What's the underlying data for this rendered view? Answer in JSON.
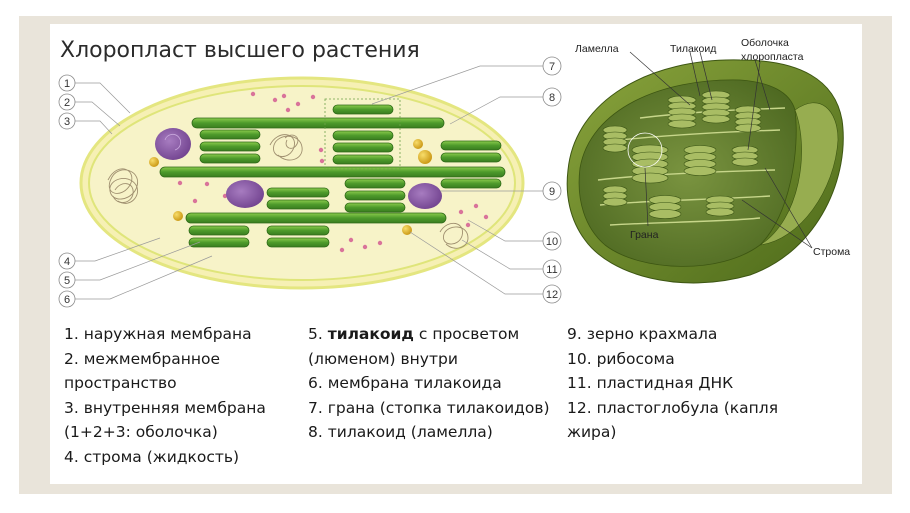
{
  "title": "Хлоропласт высшего растения",
  "markers_left": [
    "1",
    "2",
    "3",
    "4",
    "5",
    "6"
  ],
  "markers_right": [
    "7",
    "8",
    "9",
    "10",
    "11",
    "12"
  ],
  "right_labels": {
    "lamella": "Ламелла",
    "thylakoid": "Тилакоид",
    "envelope_line1": "Оболочка",
    "envelope_line2": "хлоропласта",
    "grana": "Грана",
    "stroma": "Строма"
  },
  "legend": {
    "col1": [
      {
        "text": "1. наружная мембрана"
      },
      {
        "text": "2. межмембранное пространство"
      },
      {
        "text": "3. внутренняя мембрана (1+2+3: оболочка)"
      },
      {
        "text": "4. строма (жидкость)"
      }
    ],
    "col2": [
      {
        "prefix": "5. ",
        "bold": "тилакоид",
        "rest": " с просветом (люменом) внутри"
      },
      {
        "text": "6. мембрана тилакоида"
      },
      {
        "text": "7. грана (стопка тилакоидов)"
      },
      {
        "text": "8. тилакоид (ламелла)"
      }
    ],
    "col3": [
      {
        "text": "9. зерно крахмала"
      },
      {
        "text": "10. рибосома"
      },
      {
        "text": "11. пластидная ДНК"
      },
      {
        "text": "12. пластоглобула (капля жира)"
      }
    ]
  },
  "colors": {
    "frame": "#e9e4da",
    "stroma": "#f7f2b0",
    "membrane": "#e9ec8a",
    "thylakoid": "#4e9a2c",
    "thylakoid_light": "#7cc044",
    "starch": "#8d5fa8",
    "plastoglobule": "#e6b71f",
    "ribosome": "#d9739a"
  }
}
